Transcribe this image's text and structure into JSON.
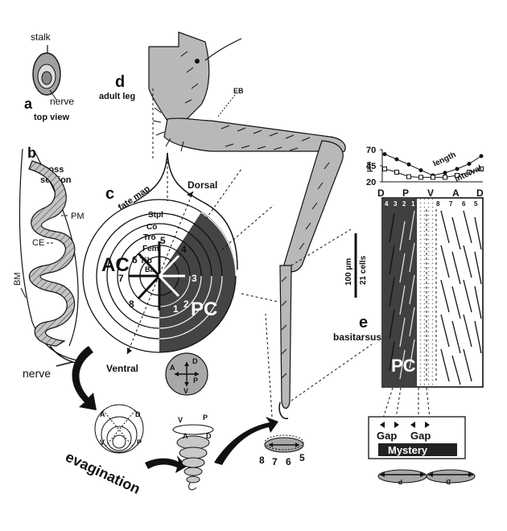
{
  "panels": {
    "a": {
      "letter": "a",
      "stalk": "stalk",
      "nerve": "nerve",
      "caption": "top view"
    },
    "b": {
      "letter": "b",
      "caption_line1": "cross",
      "caption_line2": "section",
      "pm": "PM",
      "ce": "CE",
      "bm": "BM",
      "nerve": "nerve"
    },
    "c": {
      "letter": "c",
      "caption": "fate map",
      "dorsal": "Dorsal",
      "ventral": "Ventral",
      "segments": [
        "Stpl",
        "Co",
        "Tro",
        "Fem",
        "Tib",
        "Ba"
      ],
      "ac": "AC",
      "pc": "PC",
      "sectors": [
        "1",
        "2",
        "3",
        "4",
        "5",
        "6",
        "7",
        "8"
      ],
      "compass": [
        "D",
        "P",
        "V",
        "A"
      ]
    },
    "d": {
      "letter": "d",
      "caption": "adult leg",
      "eb": "EB"
    },
    "evagination": {
      "title": "evagination",
      "disc_labels": [
        "A",
        "D",
        "V",
        "P"
      ],
      "cone_labels": [
        "V",
        "P",
        "A",
        "D"
      ]
    },
    "bottom_section": {
      "labels": [
        "8",
        "7",
        "6",
        "5"
      ]
    },
    "e": {
      "letter": "e",
      "caption": "basitarsus",
      "pc": "PC",
      "axis_labels": [
        "D",
        "P",
        "V",
        "A",
        "D"
      ],
      "row_numbers": [
        "4",
        "3",
        "2",
        "1",
        "8",
        "7",
        "6",
        "5"
      ],
      "scale_um": "100 µm",
      "scale_cells": "21 cells",
      "gap1": "Gap",
      "gap2": "Gap",
      "mystery": "Mystery",
      "bottom_labels": [
        "P",
        "D"
      ]
    }
  },
  "colors": {
    "dark": "#444444",
    "mid": "#a8a8a8",
    "light": "#d0d0d0",
    "line": "#111111"
  },
  "chart_data": {
    "type": "line",
    "categories": [
      "D",
      "P",
      "V",
      "A",
      "D"
    ],
    "ylim": [
      20,
      70
    ],
    "yticks": [
      20,
      45,
      70
    ],
    "ylabel": "µm",
    "series": [
      {
        "name": "length",
        "marker": "filled-circle",
        "values": [
          63,
          55,
          47,
          38,
          30,
          34,
          40,
          48,
          60
        ]
      },
      {
        "name": "interval",
        "marker": "open-square",
        "values": [
          40,
          35,
          28,
          27,
          27,
          27,
          30,
          35,
          40
        ]
      }
    ]
  }
}
